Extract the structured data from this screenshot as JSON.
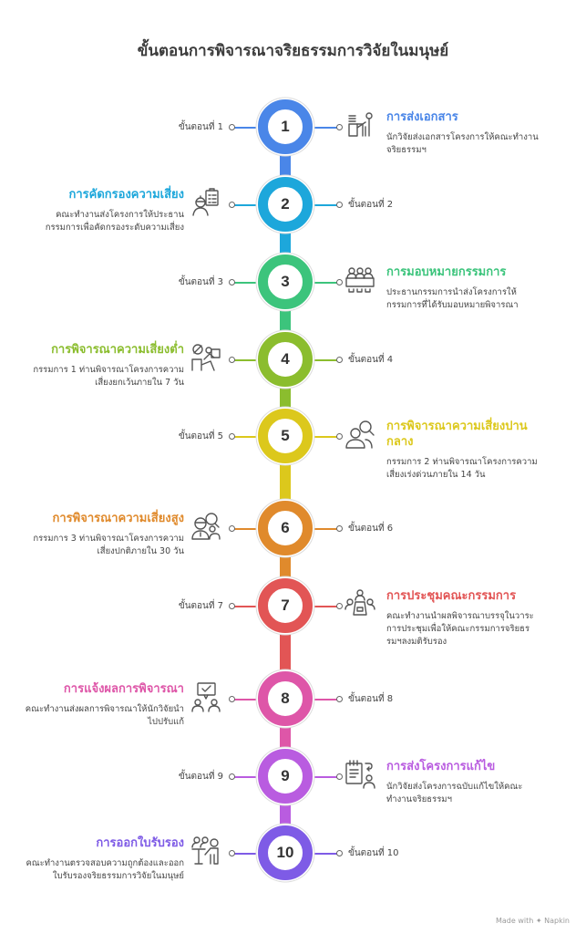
{
  "title": "ขั้นตอนการพิจารณาจริยธรรมการวิจัยในมนุษย์",
  "steps": [
    {
      "number": "1",
      "step_label": "ขั้นตอนที่ 1",
      "heading": "การส่งเอกสาร",
      "description": "นักวิจัยส่งเอกสารโครงการให้คณะทำงานจริยธรรมฯ",
      "color": "#4A86E8",
      "side": "right",
      "icon": "document-submit-icon"
    },
    {
      "number": "2",
      "step_label": "ขั้นตอนที่ 2",
      "heading": "การคัดกรองความเสี่ยง",
      "description": "คณะทำงานส่งโครงการให้ประธานกรรมการเพื่อคัดกรองระดับความเสี่ยง",
      "color": "#1DA7DB",
      "side": "left",
      "icon": "worker-clipboard-icon"
    },
    {
      "number": "3",
      "step_label": "ขั้นตอนที่ 3",
      "heading": "การมอบหมายกรรมการ",
      "description": "ประธานกรรมการนำส่งโครงการให้กรรมการที่ได้รับมอบหมายพิจารณา",
      "color": "#3CC47C",
      "side": "right",
      "icon": "committee-table-icon"
    },
    {
      "number": "4",
      "step_label": "ขั้นตอนที่ 4",
      "heading": "การพิจารณาความเสี่ยงต่ำ",
      "description": "กรรมการ 1 ท่านพิจารณาโครงการความเสี่ยงยกเว้นภายใน 7 วัน",
      "color": "#8BBD2E",
      "side": "left",
      "icon": "reviewer-desk-icon"
    },
    {
      "number": "5",
      "step_label": "ขั้นตอนที่ 5",
      "heading": "การพิจารณาความเสี่ยงปานกลาง",
      "description": "กรรมการ 2 ท่านพิจารณาโครงการความเสี่ยงเร่งด่วนภายใน 14 วัน",
      "color": "#DCC81C",
      "side": "right",
      "icon": "people-search-icon"
    },
    {
      "number": "6",
      "step_label": "ขั้นตอนที่ 6",
      "heading": "การพิจารณาความเสี่ยงสูง",
      "description": "กรรมการ 3 ท่านพิจารณาโครงการความเสี่ยงปกติภายใน 30 วัน",
      "color": "#E08A2C",
      "side": "left",
      "icon": "experts-search-icon"
    },
    {
      "number": "7",
      "step_label": "ขั้นตอนที่ 7",
      "heading": "การประชุมคณะกรรมการ",
      "description": "คณะทำงานนำผลพิจารณาบรรจุในวาระการประชุมเพื่อให้คณะกรรมการจริยธรรมฯลงมติรับรอง",
      "color": "#E25555",
      "side": "right",
      "icon": "meeting-icon"
    },
    {
      "number": "8",
      "step_label": "ขั้นตอนที่ 8",
      "heading": "การแจ้งผลการพิจารณา",
      "description": "คณะทำงานส่งผลการพิจารณาให้นักวิจัยนำไปปรับแก้",
      "color": "#DE56A8",
      "side": "left",
      "icon": "feedback-chat-icon"
    },
    {
      "number": "9",
      "step_label": "ขั้นตอนที่ 9",
      "heading": "การส่งโครงการแก้ไข",
      "description": "นักวิจัยส่งโครงการฉบับแก้ไขให้คณะทำงานจริยธรรมฯ",
      "color": "#B95CE0",
      "side": "right",
      "icon": "notepad-return-icon"
    },
    {
      "number": "10",
      "step_label": "ขั้นตอนที่ 10",
      "heading": "การออกใบรับรอง",
      "description": "คณะทำงานตรวจสอบความถูกต้องและออกใบรับรองจริยธรรมการวิจัยในมนุษย์",
      "color": "#7E5BE6",
      "side": "left",
      "icon": "presenter-certificate-icon"
    }
  ],
  "footer": "Made with ✦ Napkin"
}
